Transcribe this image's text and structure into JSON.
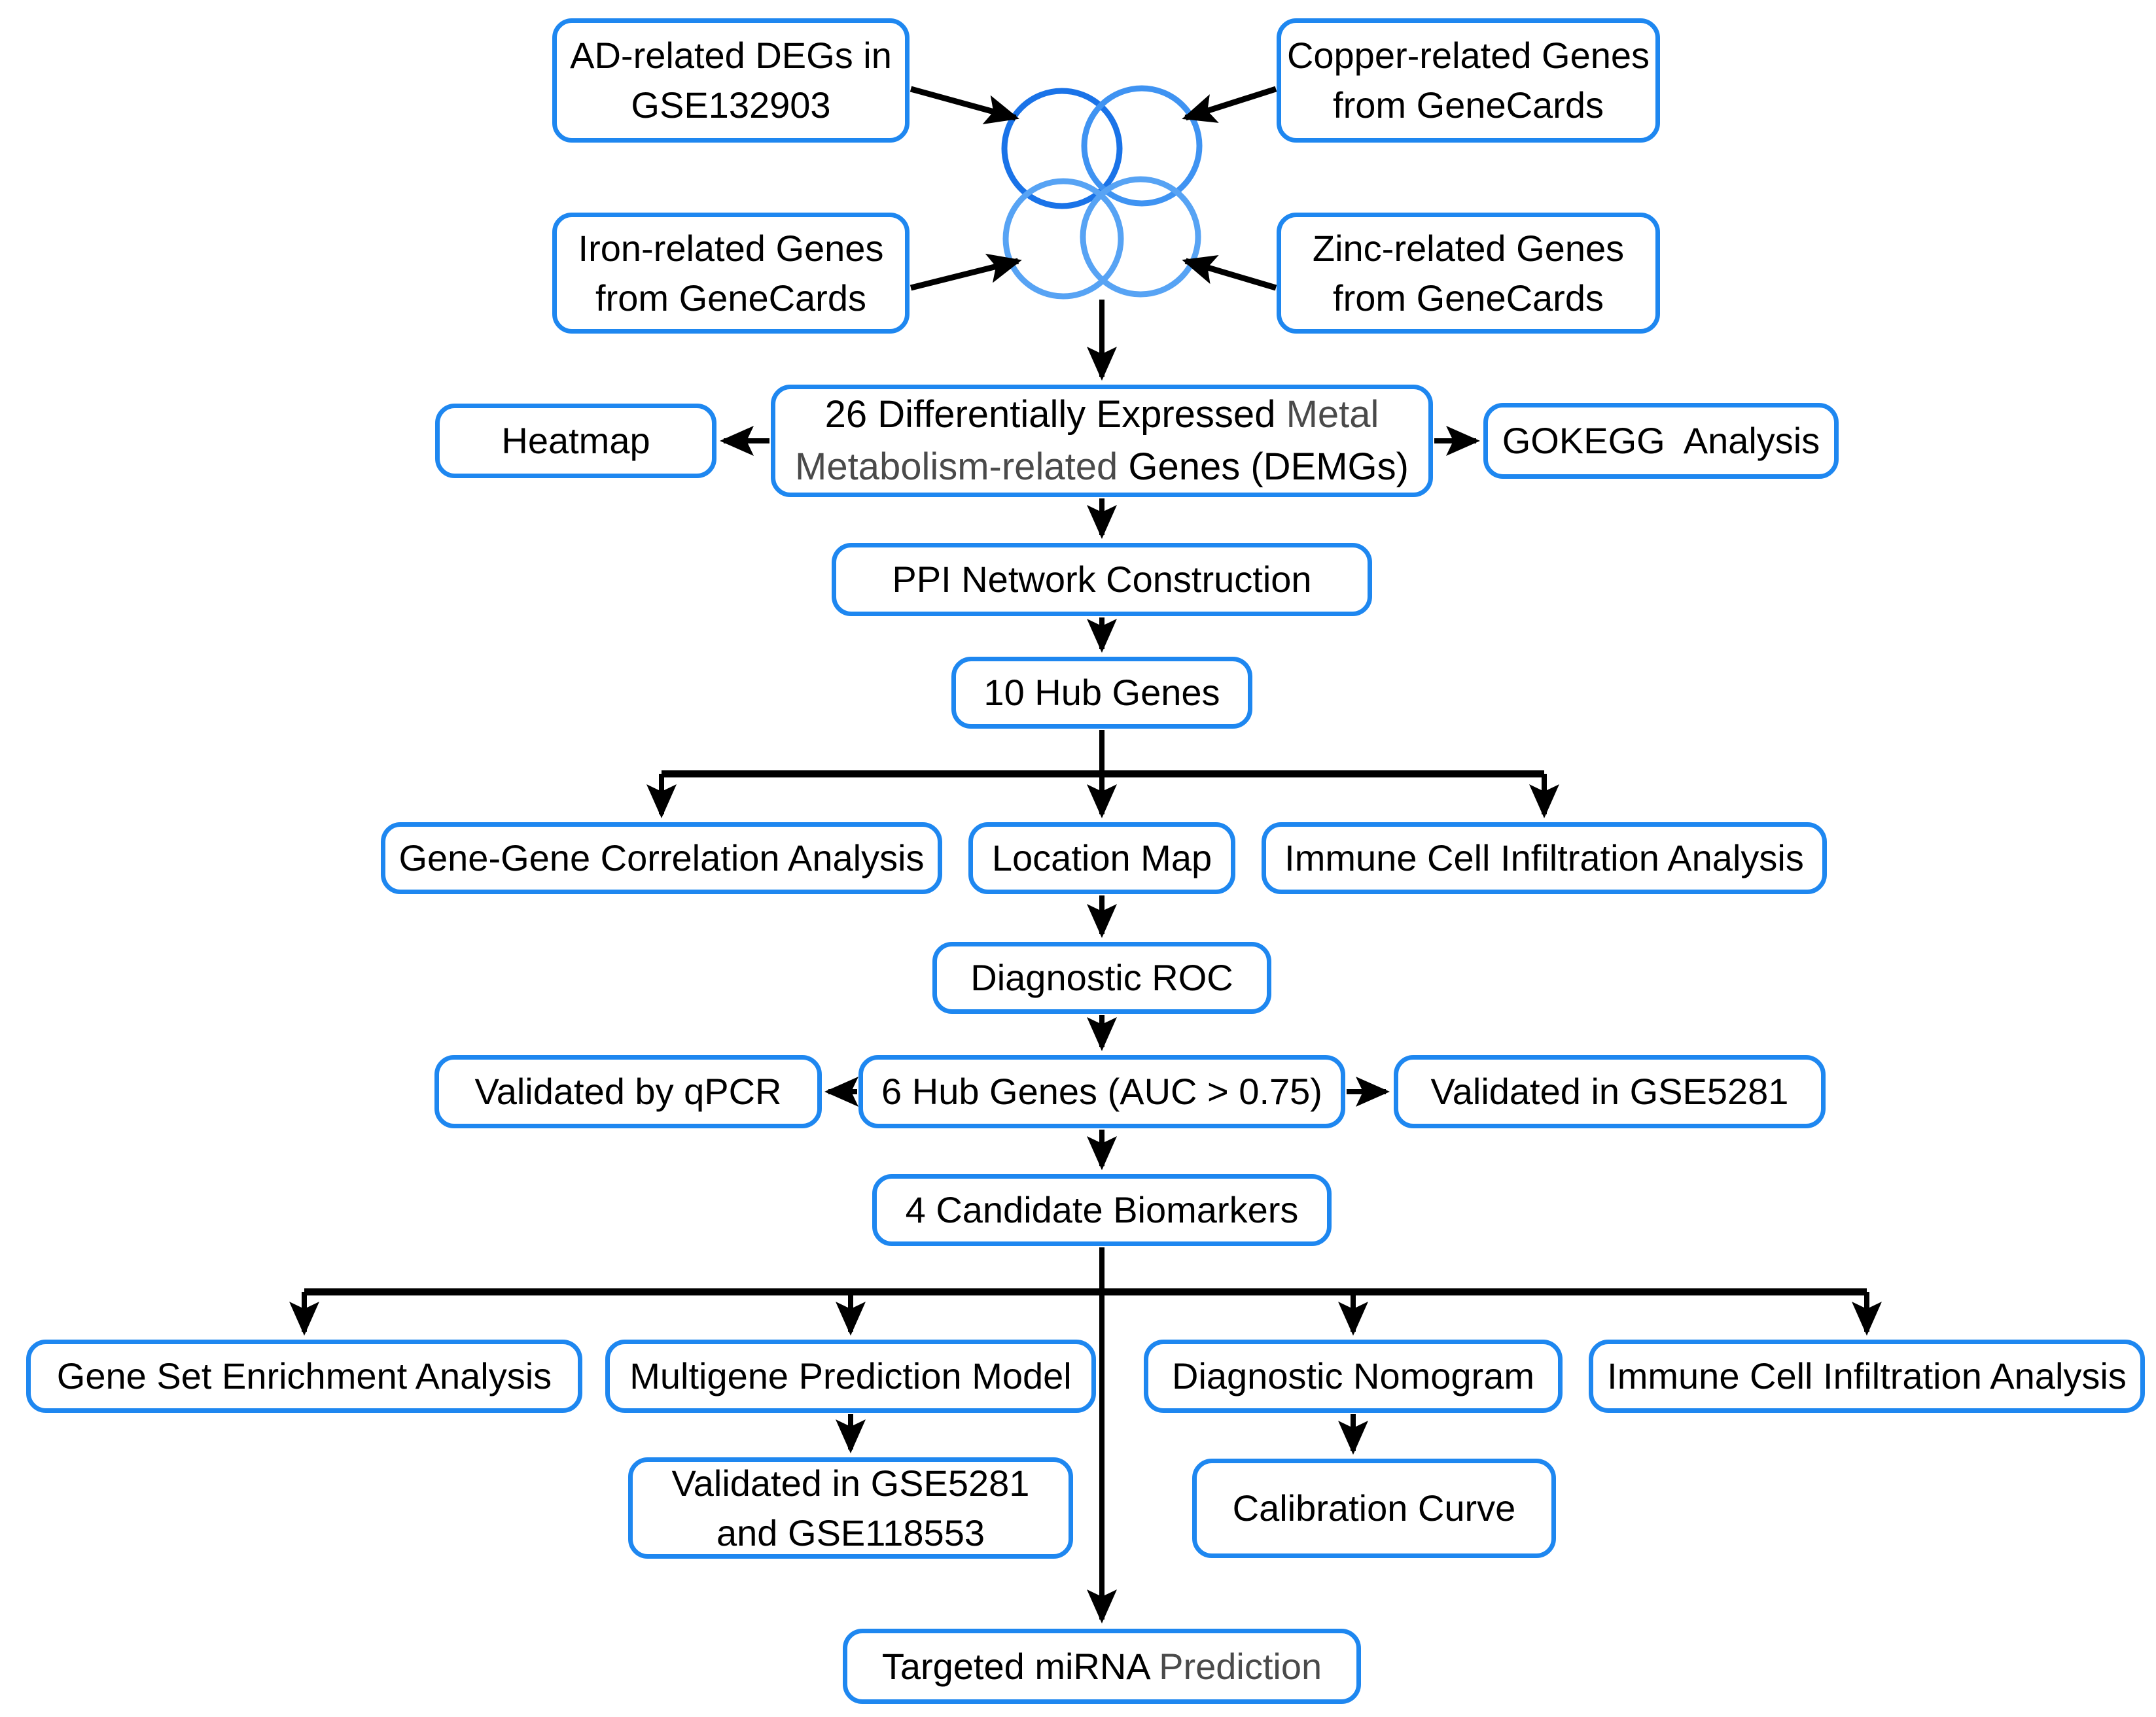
{
  "diagram": {
    "colors": {
      "background": "#ffffff",
      "box_border": "#1e87f0",
      "arrow": "#000000",
      "text": "#000000",
      "gray_text": "#4a4a4a"
    },
    "venn": {
      "description": "four-set venn diagram of gene lists",
      "circle_colors": [
        "#1a73e8",
        "#3f93f2",
        "#57a3f4",
        "#57a3f4"
      ]
    },
    "boxes": {
      "ad_degs": {
        "lines": [
          "AD-related DEGs in",
          "GSE132903"
        ]
      },
      "copper_genes": {
        "lines": [
          "Copper-related Genes",
          "from GeneCards"
        ]
      },
      "iron_genes": {
        "lines": [
          "Iron-related Genes",
          "from GeneCards"
        ]
      },
      "zinc_genes": {
        "lines": [
          "Zinc-related Genes",
          "from GeneCards"
        ]
      },
      "demgs": {
        "line1_black": "26 Differentially Expressed ",
        "line1_gray": "Metal",
        "line2_gray": "Metabolism-related ",
        "line2_black": "Genes (DEMGs)"
      },
      "heatmap": {
        "label": "Heatmap"
      },
      "gokegg": {
        "label": "GOKEGG  Analysis"
      },
      "ppi": {
        "label": "PPI Network Construction"
      },
      "hub_genes_10": {
        "label": "10 Hub Genes"
      },
      "gene_gene_correlation": {
        "label": "Gene-Gene Correlation Analysis"
      },
      "location_map": {
        "label": "Location Map"
      },
      "immune_infiltration_top": {
        "label": "Immune Cell Infiltration Analysis"
      },
      "diagnostic_roc": {
        "label": "Diagnostic ROC"
      },
      "validated_qpcr": {
        "label": "Validated by qPCR"
      },
      "hub_genes_6": {
        "label": "6 Hub Genes (AUC > 0.75)"
      },
      "validated_gse5281": {
        "label": "Validated in GSE5281"
      },
      "candidate_biomarkers": {
        "label": "4 Candidate Biomarkers"
      },
      "gsea": {
        "label": "Gene Set Enrichment Analysis"
      },
      "multigene_model": {
        "label": "Multigene Prediction Model"
      },
      "nomogram": {
        "label": "Diagnostic Nomogram"
      },
      "immune_infiltration_bottom": {
        "label": "Immune Cell Infiltration Analysis"
      },
      "validated_gse5281_gse118553": {
        "lines": [
          "Validated in GSE5281",
          "and GSE118553"
        ]
      },
      "calibration_curve": {
        "label": "Calibration Curve"
      },
      "targeted_mirna": {
        "label_black": "Targeted miRNA ",
        "label_gray": "Prediction"
      }
    },
    "edges": [
      {
        "from": "ad_degs",
        "to": "venn"
      },
      {
        "from": "copper_genes",
        "to": "venn"
      },
      {
        "from": "iron_genes",
        "to": "venn"
      },
      {
        "from": "zinc_genes",
        "to": "venn"
      },
      {
        "from": "venn",
        "to": "demgs"
      },
      {
        "from": "demgs",
        "to": "heatmap"
      },
      {
        "from": "demgs",
        "to": "gokegg"
      },
      {
        "from": "demgs",
        "to": "ppi"
      },
      {
        "from": "ppi",
        "to": "hub_genes_10"
      },
      {
        "from": "hub_genes_10",
        "to": "gene_gene_correlation"
      },
      {
        "from": "hub_genes_10",
        "to": "location_map"
      },
      {
        "from": "hub_genes_10",
        "to": "immune_infiltration_top"
      },
      {
        "from": "location_map",
        "to": "diagnostic_roc"
      },
      {
        "from": "diagnostic_roc",
        "to": "hub_genes_6"
      },
      {
        "from": "hub_genes_6",
        "to": "validated_qpcr"
      },
      {
        "from": "hub_genes_6",
        "to": "validated_gse5281"
      },
      {
        "from": "hub_genes_6",
        "to": "candidate_biomarkers"
      },
      {
        "from": "candidate_biomarkers",
        "to": "gsea"
      },
      {
        "from": "candidate_biomarkers",
        "to": "multigene_model"
      },
      {
        "from": "candidate_biomarkers",
        "to": "nomogram"
      },
      {
        "from": "candidate_biomarkers",
        "to": "immune_infiltration_bottom"
      },
      {
        "from": "candidate_biomarkers",
        "to": "targeted_mirna"
      },
      {
        "from": "multigene_model",
        "to": "validated_gse5281_gse118553"
      },
      {
        "from": "nomogram",
        "to": "calibration_curve"
      }
    ]
  }
}
